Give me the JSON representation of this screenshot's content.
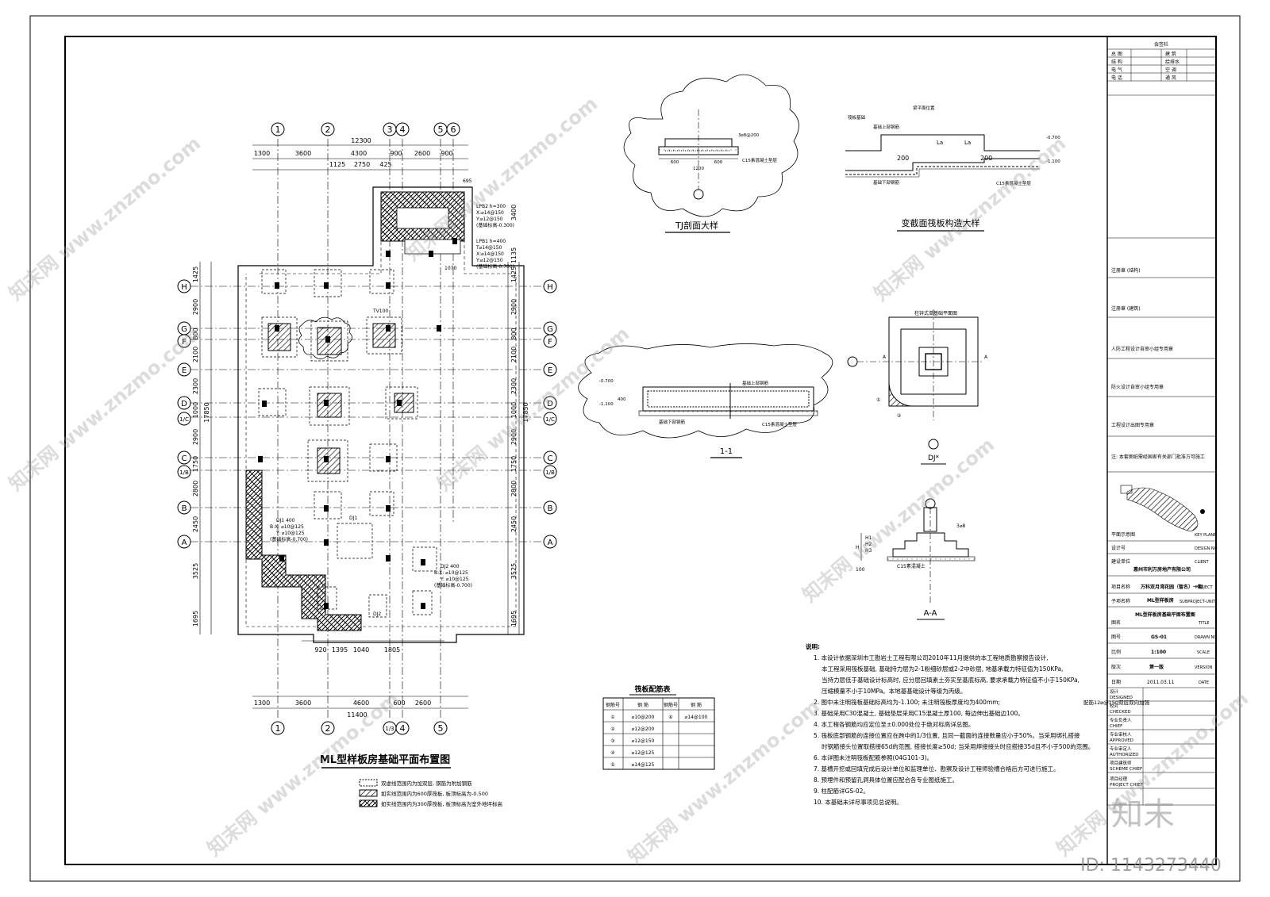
{
  "grid": {
    "cols_top": [
      "1",
      "2",
      "3",
      "4",
      "5",
      "6"
    ],
    "cols_bottom": [
      "1",
      "2",
      "1/3",
      "4",
      "5"
    ],
    "rows": [
      "H",
      "G",
      "F",
      "E",
      "D",
      "1/C",
      "C",
      "1/B",
      "B",
      "A"
    ],
    "top_total": "12300",
    "top_dims": [
      "1300",
      "3600",
      "4300",
      "900",
      "2600",
      "900"
    ],
    "top_dims2": [
      "1125",
      "2750",
      "425"
    ],
    "bottom_total": "11400",
    "bottom_dims": [
      "1300",
      "3600",
      "4600",
      "600",
      "2600"
    ],
    "bottom_dims2": [
      "920",
      "1395",
      "1040",
      "1805"
    ],
    "left_total": "17850",
    "right_total": "17850",
    "left_dims": [
      "1425",
      "2900",
      "800",
      "2100",
      "2300",
      "1000",
      "2900",
      "1750",
      "2800",
      "2450",
      "3525",
      "1695"
    ],
    "right_dims": [
      "1425",
      "2900",
      "800",
      "2100",
      "2300",
      "1000",
      "2900",
      "1750",
      "2800",
      "2450",
      "3525",
      "1695"
    ],
    "annex_dims": [
      "3400",
      "1135"
    ]
  },
  "plan_labels": {
    "lpb2": [
      "LPB2 h=300",
      "X:⌀14@150",
      "Y:⌀12@150",
      "(基础标高-0.300)"
    ],
    "lpb1": [
      "LPB1 h=400",
      "T⌀14@150",
      "X:⌀14@150",
      "Y:⌀12@150",
      "(基础标高-0.700)"
    ],
    "dj1": [
      "DJ1 400",
      "B:X: ⌀10@125",
      "Y: ⌀10@125",
      "(基础标高-0.700)"
    ],
    "dj2": [
      "DJ2 400",
      "B:X: ⌀10@125",
      "Y: ⌀10@125",
      "(基础标高-0.700)"
    ],
    "misc": [
      "TV100",
      "DJ1",
      "DJ2",
      "695",
      "1070"
    ]
  },
  "plan_title": "ML型样板房基础平面布置图",
  "legend": [
    {
      "symbol": "dashed",
      "text": "双虚线范围内为加双层, 钢筋为附加钢筋"
    },
    {
      "symbol": "hatch",
      "text": "如实线范围内为600厚筏板, 板顶标高为-0.500"
    },
    {
      "symbol": "herring",
      "text": "如实线范围内为300厚筏板, 板顶标高为室外地坪标高"
    }
  ],
  "detail_tj": {
    "title": "TJ剖面大样",
    "labels": [
      "1200",
      "600",
      "600",
      "C15素混凝土垫层",
      "3⌀8@200"
    ]
  },
  "detail_bj": {
    "title": "变截面筏板构造大样",
    "labels": [
      "筏板基础",
      "基础上部钢筋",
      "基础下部钢筋",
      "C15素混凝土垫层",
      "200",
      "200",
      "La",
      "La",
      "-0.700",
      "-1.100",
      "梁平面位置"
    ]
  },
  "section_11": {
    "title": "1-1",
    "labels": [
      "-0.700",
      "-1.100",
      "基础上部钢筋",
      "基础下部钢筋",
      "C15素混凝土垫层",
      "400"
    ]
  },
  "detail_dj": {
    "title": "DJ*",
    "header": "柱锌式单基础平面图",
    "labels": [
      "A",
      "A",
      "①",
      "②"
    ]
  },
  "section_aa": {
    "title": "A-A",
    "labels": [
      "H",
      "100",
      "H1",
      "H2",
      "H3",
      "C15素混凝土",
      "3⌀8"
    ]
  },
  "rebar_table": {
    "title": "筏板配筋表",
    "headers": [
      "钢筋号",
      "钢 筋",
      "钢筋号",
      "钢 筋"
    ],
    "rows": [
      [
        "①",
        "⌀10@200",
        "⑥",
        "⌀14@100"
      ],
      [
        "②",
        "⌀12@200",
        "",
        ""
      ],
      [
        "③",
        "⌀12@150",
        "",
        ""
      ],
      [
        "④",
        "⌀12@125",
        "",
        ""
      ],
      [
        "⑤",
        "⌀14@125",
        "",
        ""
      ]
    ]
  },
  "notes": {
    "heading": "说明:",
    "items": [
      "1. 本设计依据深圳市工勘岩土工程有限公司2010年11月提供的本工程地质勘察报告设计,",
      "本工程采用筏板基础, 基础持力层为2-1粉细砂层或2-2中砂层, 地基承载力特征值为150KPa,",
      "当持力层低于基础设计标高时, 应分层回填素土夯实至基底标高, 要求承载力特征值不小于150KPa,",
      "压缩模量不小于10MPa。本地基基础设计等级为丙级。",
      "2. 图中未注明筏板基础标高均为-1.100; 未注明筏板厚度均为400mm;",
      "3. 基础采用C30混凝土, 基础垫层采用C15混凝土厚100, 每边伸出基础边100。",
      "4. 本工程各钢筋均应定位至±0.000处位于绝对标高详总图。",
      "5. 筏板底部钢筋的连接位置应在跨中的1/3位置, 且同一截面的连接数量应小于50%。当采用绑扎搭接",
      "时钢筋接头位置取搭接65d的范围, 搭接长度≥50d; 当采用焊接接头时应搭接35d且不小于500的范围。",
      "6. 本详图未注明筏板配筋参照(04G101-3)。",
      "7. 基槽开挖或回填完成后设计单位和监理单位、勘察及设计工程师验槽合格后方可进行施工。",
      "8. 预埋件和预留孔洞具体位置应配合各专业图纸施工。",
      "9. 柱配筋详GS-02。",
      "10. 本基础未详尽事项见总说明。"
    ],
    "aside": "配筋12⌀@150双层双向加强"
  },
  "title_block": {
    "top_caption": "会签栏",
    "countersign": [
      [
        "总 图",
        "",
        "建 筑",
        ""
      ],
      [
        "结 构",
        "",
        "给排水",
        ""
      ],
      [
        "电 气",
        "",
        "空 调",
        ""
      ],
      [
        "电 话",
        "",
        "通 风",
        ""
      ]
    ],
    "stamps": [
      "注册章 (结构)",
      "注册章 (建筑)",
      "人防工程设计自审小组专用章",
      "防火设计自审小组专用章",
      "工程设计出图专用章"
    ],
    "note": "注: 本套图纸需经国家有关部门批准方可施工",
    "key_plan_label": "平面示意图",
    "key_plan_label_en": "KEY PLANE",
    "design_no": "设计号",
    "design_no_en": "DESIGN NO",
    "client_label": "建设单位",
    "client_en": "CLIENT",
    "client": "惠州市利万房地产有限公司",
    "project_label": "项目名称",
    "project_en": "PROJECT",
    "project": "万科双月湾花园（暂名）一期",
    "subproject_label": "子项名称",
    "subproject_en": "SUBPROJECT-UNIT",
    "subproject": "ML型样板房",
    "title_label": "图名",
    "title_en": "TITLE",
    "title": "ML型样板房基础平面布置图",
    "drawing_no_label": "图号",
    "drawing_no_en": "DRAWN NO.",
    "drawing_no": "GS-01",
    "scale_label": "比例",
    "scale_en": "SCALE",
    "scale": "1:100",
    "version_label": "版次",
    "version_en": "VERSION",
    "version": "第一版",
    "date_label": "日期",
    "date_en": "DATE",
    "date": "2011.03.11",
    "roles": [
      [
        "设计",
        "DESIGNED"
      ],
      [
        "校对",
        "CHECKED"
      ],
      [
        "专业负责人",
        "CHIEF"
      ],
      [
        "专业审核人",
        "APPROVED"
      ],
      [
        "专业审定人",
        "AUTHORIZED"
      ],
      [
        "项目建筑师",
        "SCHEME CHIEF"
      ],
      [
        "项目经理",
        "PROJECT CHIEF"
      ]
    ]
  },
  "watermark": {
    "text": "知末网 www.znzmo.com",
    "logo": "知末",
    "id": "ID: 1143273440"
  }
}
